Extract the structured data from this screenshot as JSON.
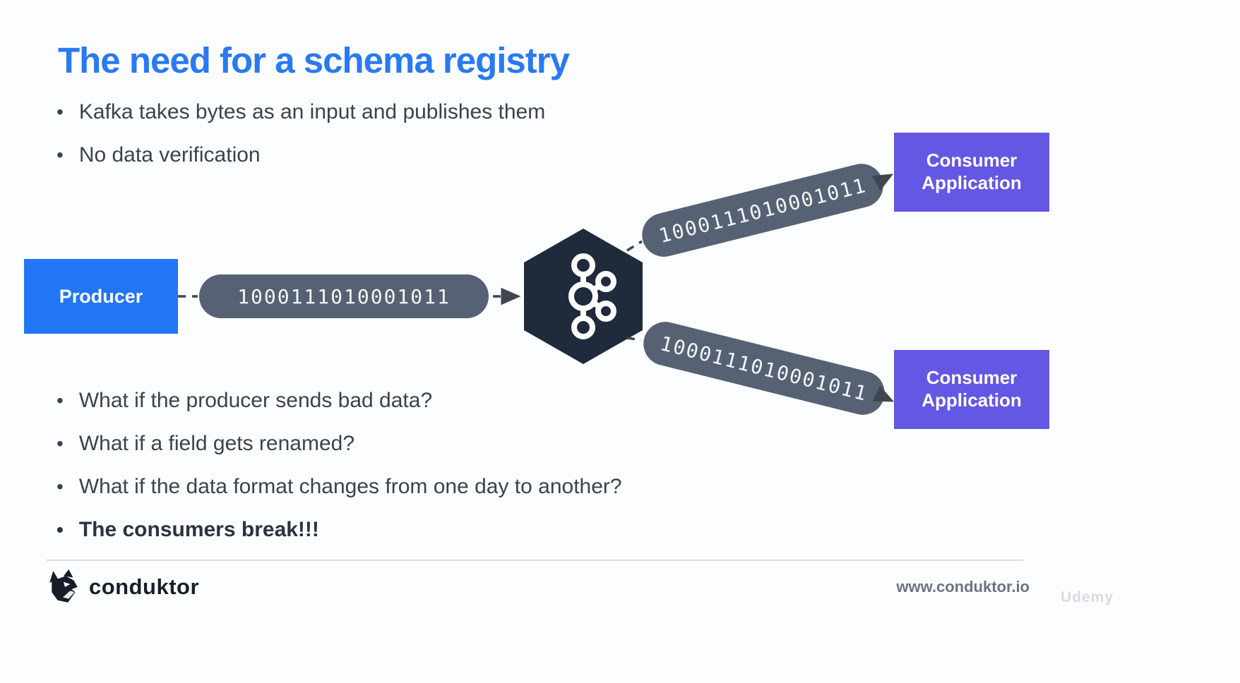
{
  "slide": {
    "title": "The need for a schema registry",
    "bullets_top": [
      "Kafka takes bytes as an input and publishes them",
      "No data verification"
    ],
    "bullets_bottom": [
      "What if the producer sends bad data?",
      "What if a field gets renamed?",
      "What if the data format changes from one day to another?",
      "The consumers break!!!"
    ]
  },
  "diagram": {
    "producer": {
      "label": "Producer"
    },
    "messages": [
      "1000111010001011",
      "1000111010001011",
      "1000111010001011"
    ],
    "broker_icon": "kafka-logo-icon",
    "consumers": [
      {
        "label": "Consumer Application"
      },
      {
        "label": "Consumer Application"
      }
    ]
  },
  "footer": {
    "brand": "conduktor",
    "brand_icon": "conduktor-wolf-icon",
    "url": "www.conduktor.io",
    "watermark": "Udemy"
  },
  "colors": {
    "title_blue": "#2979f2",
    "producer_blue": "#2176f5",
    "consumer_purple": "#6457e3",
    "message_slate": "#566274",
    "kafka_navy": "#1f2b3a",
    "body_text": "#3a424d",
    "connector_gray": "#3f4650"
  }
}
